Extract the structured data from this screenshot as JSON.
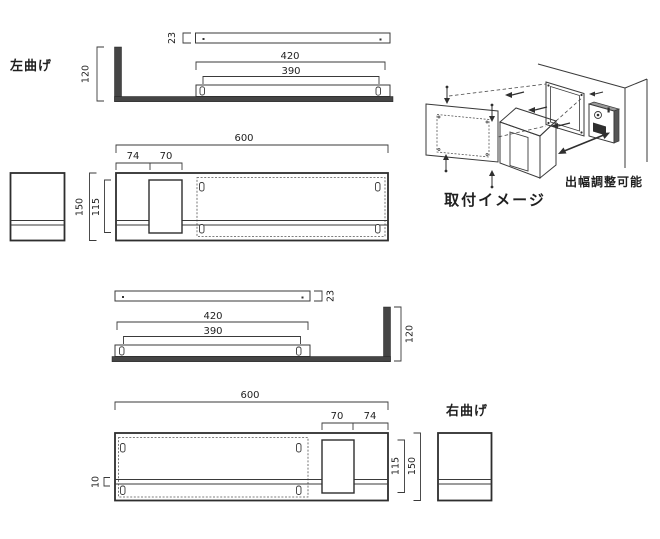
{
  "upper": {
    "label": "左曲げ",
    "plan": {
      "thickness": "23",
      "outer": "420",
      "inner": "390",
      "depth": "120"
    },
    "front": {
      "width": "600",
      "a": "74",
      "b": "70",
      "h": "150",
      "hi": "115"
    }
  },
  "lower": {
    "label": "右曲げ",
    "plan": {
      "thickness": "23",
      "outer": "420",
      "inner": "390",
      "depth": "120"
    },
    "front": {
      "width": "600",
      "b": "70",
      "a": "74",
      "hi": "115",
      "h": "150",
      "rail": "10"
    }
  },
  "mount": {
    "caption": "取付イメージ",
    "note": "出幅調整可能"
  },
  "colors": {
    "line": "#3a3a3a",
    "dark_fill": "#454545",
    "text": "#1f1f1f",
    "background": "#ffffff"
  }
}
